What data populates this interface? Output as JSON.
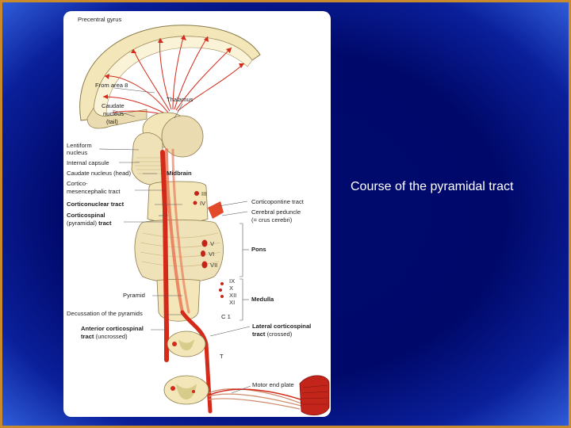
{
  "slide": {
    "caption": "Course of the pyramidal tract",
    "colors": {
      "background": "#00096a",
      "border": "#c98a2e",
      "tract": "#d42a1a",
      "tissue": "#f3e6b8",
      "panel": "#ffffff"
    }
  },
  "diagram": {
    "labels": {
      "precentral_gyrus": "Precentral gyrus",
      "from_area_8": "From area 8",
      "thalamus": "Thalamus",
      "caudate_tail_1": "Caudate",
      "caudate_tail_2": "nucleus",
      "caudate_tail_3": "(tail)",
      "lentiform_1": "Lentiform",
      "lentiform_2": "nucleus",
      "internal_capsule": "Internal capsule",
      "caudate_head": "Caudate nucleus (head)",
      "midbrain": "Midbrain",
      "corticomes_1": "Cortico-",
      "corticomes_2": "mesencephalic tract",
      "corticonuclear": "Corticonuclear tract",
      "corticospinal_1": "Corticospinal",
      "corticospinal_2a": "(pyramidal) ",
      "corticospinal_2b": "tract",
      "corticopontine": "Corticopontine tract",
      "cerebral_peduncle_1": "Cerebral peduncle",
      "cerebral_peduncle_2": "(= crus cerebri)",
      "pons": "Pons",
      "medulla": "Medulla",
      "pyramid": "Pyramid",
      "decussation": "Decussation of the pyramids",
      "anterior_1": "Anterior corticospinal",
      "anterior_2a": "tract ",
      "anterior_2b": "(uncrossed)",
      "lateral_1": "Lateral corticospinal",
      "lateral_2a": "tract ",
      "lateral_2b": "(crossed)",
      "motor_end_plate": "Motor end plate",
      "c1": "C 1",
      "t": "T"
    },
    "nerves": {
      "iii": "III",
      "iv": "IV",
      "v": "V",
      "vi": "VI",
      "vii": "VII",
      "ix": "IX",
      "x": "X",
      "xii": "XII",
      "xi": "XI"
    }
  }
}
